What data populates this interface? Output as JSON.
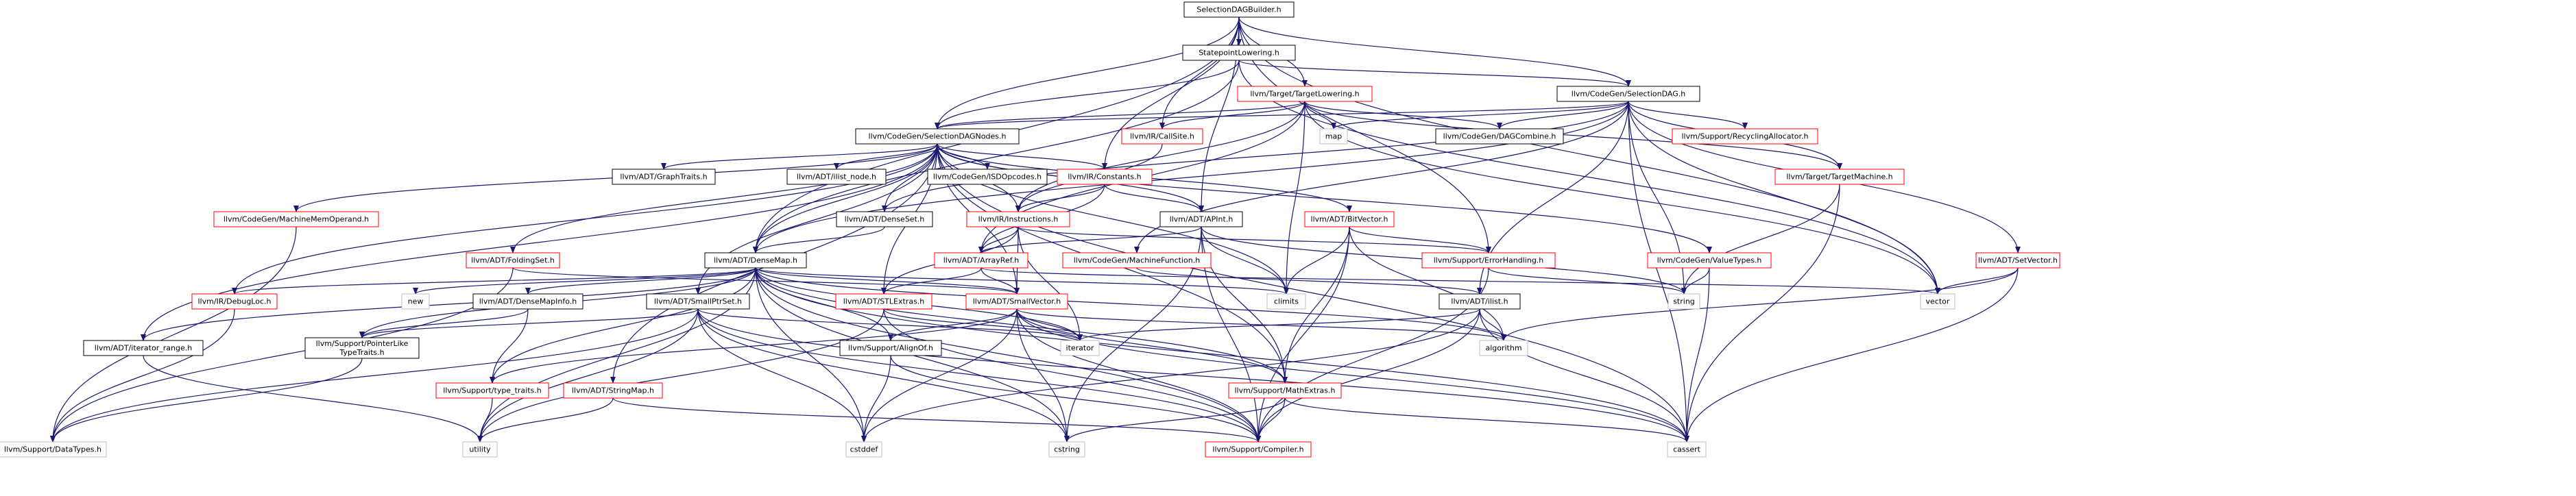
{
  "colors": {
    "edge": "#191970",
    "root_fill": "#bfbfbf",
    "border_black": "#000000",
    "border_red": "#ff0000",
    "border_gray": "#bfbfbf",
    "text": "#000000"
  },
  "nodes": [
    {
      "id": "root",
      "label": "SelectionDAGBuilder.h",
      "style": "root"
    },
    {
      "id": "stat",
      "label": "StatepointLowering.h",
      "style": "black"
    },
    {
      "id": "tlow",
      "label": "llvm/Target/TargetLowering.h",
      "style": "red"
    },
    {
      "id": "sdag",
      "label": "llvm/CodeGen/SelectionDAG.h",
      "style": "black"
    },
    {
      "id": "sdn",
      "label": "llvm/CodeGen/SelectionDAGNodes.h",
      "style": "black"
    },
    {
      "id": "callsite",
      "label": "llvm/IR/CallSite.h",
      "style": "red"
    },
    {
      "id": "map",
      "label": "map",
      "style": "gray"
    },
    {
      "id": "dagc",
      "label": "llvm/CodeGen/DAGCombine.h",
      "style": "black"
    },
    {
      "id": "recyc",
      "label": "llvm/Support/RecyclingAllocator.h",
      "style": "red"
    },
    {
      "id": "graphtraits",
      "label": "llvm/ADT/GraphTraits.h",
      "style": "black"
    },
    {
      "id": "ilistnode",
      "label": "llvm/ADT/ilist_node.h",
      "style": "black"
    },
    {
      "id": "isd",
      "label": "llvm/CodeGen/ISDOpcodes.h",
      "style": "black"
    },
    {
      "id": "constants",
      "label": "llvm/IR/Constants.h",
      "style": "red"
    },
    {
      "id": "tmach",
      "label": "llvm/Target/TargetMachine.h",
      "style": "red"
    },
    {
      "id": "mmo",
      "label": "llvm/CodeGen/MachineMemOperand.h",
      "style": "red"
    },
    {
      "id": "denseset",
      "label": "llvm/ADT/DenseSet.h",
      "style": "black"
    },
    {
      "id": "instr",
      "label": "llvm/IR/Instructions.h",
      "style": "red"
    },
    {
      "id": "apint",
      "label": "llvm/ADT/APInt.h",
      "style": "black"
    },
    {
      "id": "bitvec",
      "label": "llvm/ADT/BitVector.h",
      "style": "red"
    },
    {
      "id": "setvec",
      "label": "llvm/ADT/SetVector.h",
      "style": "red"
    },
    {
      "id": "folding",
      "label": "llvm/ADT/FoldingSet.h",
      "style": "red"
    },
    {
      "id": "densemap",
      "label": "llvm/ADT/DenseMap.h",
      "style": "black"
    },
    {
      "id": "arrayref",
      "label": "llvm/ADT/ArrayRef.h",
      "style": "red"
    },
    {
      "id": "mfunc",
      "label": "llvm/CodeGen/MachineFunction.h",
      "style": "red"
    },
    {
      "id": "errh",
      "label": "llvm/Support/ErrorHandling.h",
      "style": "red"
    },
    {
      "id": "valtypes",
      "label": "llvm/CodeGen/ValueTypes.h",
      "style": "red"
    },
    {
      "id": "debugloc",
      "label": "llvm/IR/DebugLoc.h",
      "style": "red"
    },
    {
      "id": "new",
      "label": "new",
      "style": "gray"
    },
    {
      "id": "dmapinfo",
      "label": "llvm/ADT/DenseMapInfo.h",
      "style": "black"
    },
    {
      "id": "smallptr",
      "label": "llvm/ADT/SmallPtrSet.h",
      "style": "black"
    },
    {
      "id": "stlextras",
      "label": "llvm/ADT/STLExtras.h",
      "style": "red"
    },
    {
      "id": "smallvec",
      "label": "llvm/ADT/SmallVector.h",
      "style": "red"
    },
    {
      "id": "climits",
      "label": "climits",
      "style": "gray"
    },
    {
      "id": "ilist",
      "label": "llvm/ADT/ilist.h",
      "style": "black"
    },
    {
      "id": "vector",
      "label": "vector",
      "style": "gray"
    },
    {
      "id": "string",
      "label": "string",
      "style": "gray"
    },
    {
      "id": "iterrange",
      "label": "llvm/ADT/iterator_range.h",
      "style": "black"
    },
    {
      "id": "ptrlike",
      "label": "llvm/Support/PointerLike\nTypeTraits.h",
      "style": "black"
    },
    {
      "id": "typetraits",
      "label": "llvm/Support/type_traits.h",
      "style": "red"
    },
    {
      "id": "stringmap",
      "label": "llvm/ADT/StringMap.h",
      "style": "red"
    },
    {
      "id": "alignof",
      "label": "llvm/Support/AlignOf.h",
      "style": "black"
    },
    {
      "id": "iterator",
      "label": "iterator",
      "style": "gray"
    },
    {
      "id": "mathext",
      "label": "llvm/Support/MathExtras.h",
      "style": "red"
    },
    {
      "id": "algorithm",
      "label": "algorithm",
      "style": "gray"
    },
    {
      "id": "datatypes",
      "label": "llvm/Support/DataTypes.h",
      "style": "gray"
    },
    {
      "id": "utility",
      "label": "utility",
      "style": "gray"
    },
    {
      "id": "cstddef",
      "label": "cstddef",
      "style": "gray"
    },
    {
      "id": "cstring",
      "label": "cstring",
      "style": "gray"
    },
    {
      "id": "compiler",
      "label": "llvm/Support/Compiler.h",
      "style": "red"
    },
    {
      "id": "cassert",
      "label": "cassert",
      "style": "gray"
    }
  ]
}
